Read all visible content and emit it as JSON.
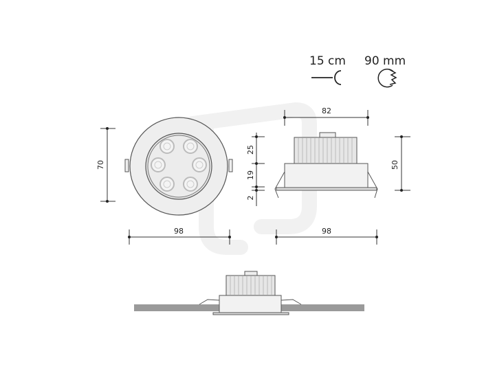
{
  "specs": {
    "cable_length": "15 cm",
    "cutout_diameter": "90 mm"
  },
  "dimensions": {
    "front_height": "70",
    "front_width": "98",
    "side_top_width": "82",
    "side_width": "98",
    "heatsink_height": "25",
    "body_height": "19",
    "flange_height": "2",
    "total_height": "50"
  },
  "icons": {
    "cable": "cable-connector-icon",
    "cutout": "saw-cutout-icon"
  },
  "colors": {
    "line": "#333333",
    "fill_light": "#eeeeee",
    "ceiling": "#9a9a9a",
    "watermark": "#f2f2f2"
  }
}
